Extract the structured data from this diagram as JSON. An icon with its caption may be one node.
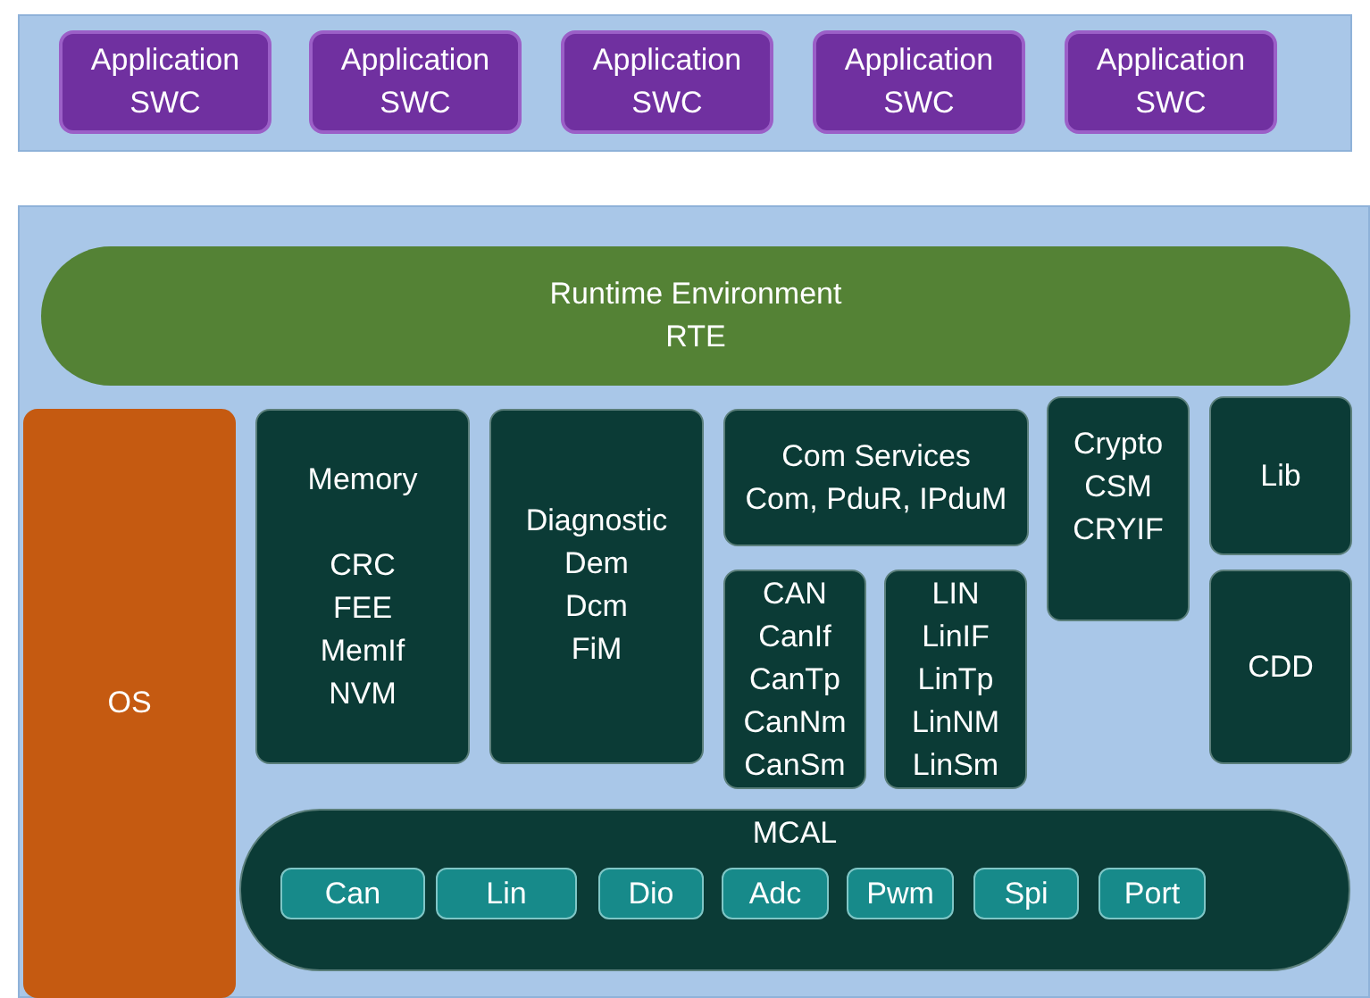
{
  "diagram": {
    "nodes": [
      {
        "text": [],
        "shape": "box"
      },
      {
        "text": [
          "Application SWC"
        ],
        "in": 0
      },
      {
        "text": [
          "Application SWC"
        ],
        "in": 0
      },
      {
        "text": [
          "Application SWC"
        ],
        "in": 0
      },
      {
        "text": [
          "Application SWC"
        ],
        "in": 0
      },
      {
        "text": [
          "Application SWC"
        ],
        "in": 0
      },
      {
        "text": [],
        "shape": "box"
      },
      {
        "text": [
          "Runtime Environment",
          "RTE"
        ],
        "in": 6
      },
      {
        "text": [
          "OS"
        ],
        "in": 6
      },
      {
        "text": [
          "Memory",
          "CRC",
          "FEE",
          "MemIf",
          "NVM"
        ],
        "in": 6
      },
      {
        "text": [
          "Diagnostic",
          "Dem",
          "Dcm",
          "FiM"
        ],
        "in": 6
      },
      {
        "text": [
          "Com Services",
          "Com, PduR, IPduM"
        ],
        "in": 6
      },
      {
        "text": [
          "CAN",
          "CanIf",
          "CanTp",
          "CanNm",
          "CanSm"
        ],
        "in": 6
      },
      {
        "text": [
          "LIN",
          "LinIF",
          "LinTp",
          "LinNM",
          "LinSm"
        ],
        "in": 6
      },
      {
        "text": [
          "Crypto",
          "CSM",
          "CRYIF"
        ],
        "in": 6
      },
      {
        "text": [
          "Lib"
        ],
        "in": 6
      },
      {
        "text": [
          "CDD"
        ],
        "in": 6
      },
      {
        "text": [
          "MCAL"
        ],
        "in": 6
      },
      {
        "text": [
          "Can"
        ],
        "in": 17
      },
      {
        "text": [
          "Lin"
        ],
        "in": 17
      },
      {
        "text": [
          "Dio"
        ],
        "in": 17
      },
      {
        "text": [
          "Adc"
        ],
        "in": 17
      },
      {
        "text": [
          "Pwm"
        ],
        "in": 17
      },
      {
        "text": [
          "Spi"
        ],
        "in": 17
      },
      {
        "text": [
          "Port"
        ],
        "in": 17
      }
    ],
    "edges": []
  }
}
